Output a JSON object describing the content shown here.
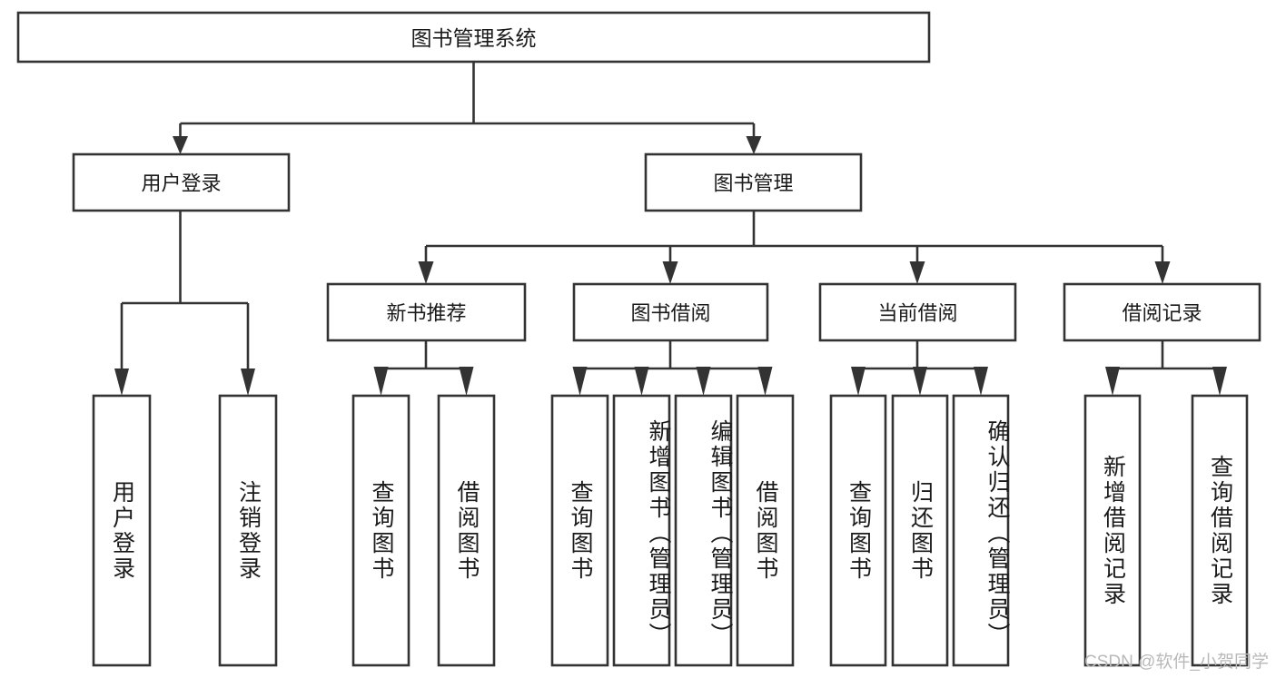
{
  "diagram": {
    "title": "图书管理系统",
    "type": "tree",
    "watermark": "CSDN @软件_小贺同学",
    "colors": {
      "stroke": "#333333",
      "box_fill": "#ffffff",
      "text": "#1a1a1a",
      "watermark": "#b9b9b9",
      "background": "#ffffff"
    },
    "root": {
      "label": "图书管理系统"
    },
    "level2": [
      {
        "label": "用户登录"
      },
      {
        "label": "图书管理"
      }
    ],
    "level3": [
      {
        "label": "新书推荐"
      },
      {
        "label": "图书借阅"
      },
      {
        "label": "当前借阅"
      },
      {
        "label": "借阅记录"
      }
    ],
    "leaves": {
      "user_login": [
        {
          "label": "用户登录"
        },
        {
          "label": "注销登录"
        }
      ],
      "new_book_recommend": [
        {
          "label": "查询图书"
        },
        {
          "label": "借阅图书"
        }
      ],
      "book_borrow": [
        {
          "label": "查询图书"
        },
        {
          "label": "新增图书（管理员）"
        },
        {
          "label": "编辑图书（管理员）"
        },
        {
          "label": "借阅图书"
        }
      ],
      "current_borrow": [
        {
          "label": "查询图书"
        },
        {
          "label": "归还图书"
        },
        {
          "label": "确认归还（管理员）"
        }
      ],
      "borrow_record": [
        {
          "label": "新增借阅记录"
        },
        {
          "label": "查询借阅记录"
        }
      ]
    }
  }
}
